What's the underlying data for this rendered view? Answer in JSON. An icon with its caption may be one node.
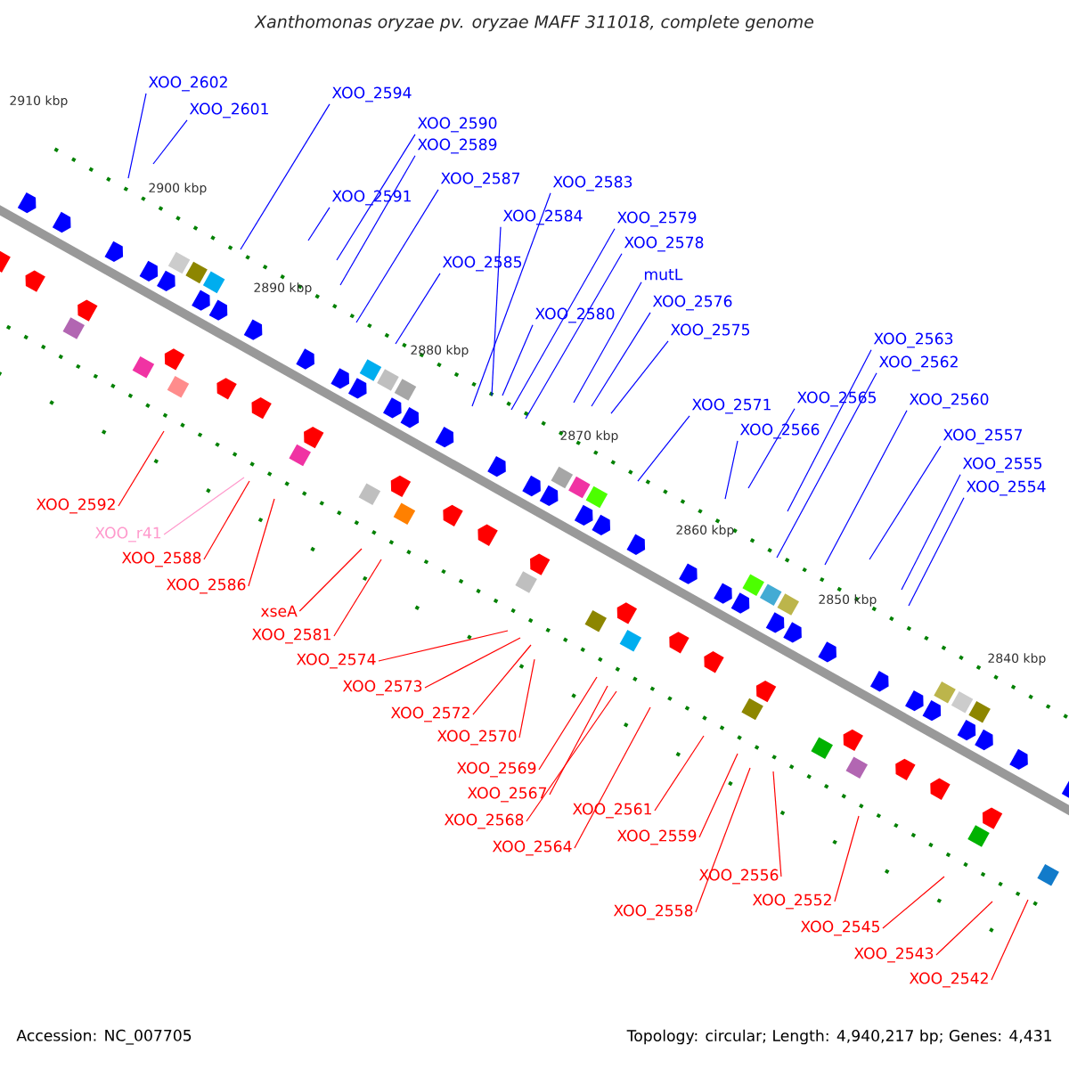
{
  "diagram": {
    "title": "Xanthomonas oryzae pv. oryzae MAFF 311018, complete genome",
    "nodes": [
      {
        "text": [
          "XOO_2602"
        ]
      },
      {
        "text": [
          "XOO_2601"
        ]
      },
      {
        "text": [
          "XOO_2594"
        ]
      },
      {
        "text": [
          "XOO_2590"
        ]
      },
      {
        "text": [
          "XOO_2589"
        ]
      },
      {
        "text": [
          "XOO_2591"
        ]
      },
      {
        "text": [
          "XOO_2587"
        ]
      },
      {
        "text": [
          "XOO_2585"
        ]
      },
      {
        "text": [
          "XOO_2584"
        ]
      },
      {
        "text": [
          "XOO_2583"
        ]
      },
      {
        "text": [
          "XOO_2579"
        ]
      },
      {
        "text": [
          "XOO_2578"
        ]
      },
      {
        "text": [
          "mutL"
        ]
      },
      {
        "text": [
          "XOO_2576"
        ]
      },
      {
        "text": [
          "XOO_2575"
        ]
      },
      {
        "text": [
          "XOO_2580"
        ]
      },
      {
        "text": [
          "XOO_2571"
        ]
      },
      {
        "text": [
          "XOO_2566"
        ]
      },
      {
        "text": [
          "XOO_2565"
        ]
      },
      {
        "text": [
          "XOO_2563"
        ]
      },
      {
        "text": [
          "XOO_2562"
        ]
      },
      {
        "text": [
          "XOO_2560"
        ]
      },
      {
        "text": [
          "XOO_2557"
        ]
      },
      {
        "text": [
          "XOO_2555"
        ]
      },
      {
        "text": [
          "XOO_2554"
        ]
      },
      {
        "text": [
          "XOO_2592"
        ]
      },
      {
        "text": [
          "XOO_r41"
        ]
      },
      {
        "text": [
          "XOO_2588"
        ]
      },
      {
        "text": [
          "XOO_2586"
        ]
      },
      {
        "text": [
          "xseA"
        ]
      },
      {
        "text": [
          "XOO_2581"
        ]
      },
      {
        "text": [
          "XOO_2574"
        ]
      },
      {
        "text": [
          "XOO_2573"
        ]
      },
      {
        "text": [
          "XOO_2572"
        ]
      },
      {
        "text": [
          "XOO_2570"
        ]
      },
      {
        "text": [
          "XOO_2569"
        ]
      },
      {
        "text": [
          "XOO_2567"
        ]
      },
      {
        "text": [
          "XOO_2568"
        ]
      },
      {
        "text": [
          "XOO_2564"
        ]
      },
      {
        "text": [
          "XOO_2561"
        ]
      },
      {
        "text": [
          "XOO_2559"
        ]
      },
      {
        "text": [
          "XOO_2556"
        ]
      },
      {
        "text": [
          "XOO_2558"
        ]
      },
      {
        "text": [
          "XOO_2552"
        ]
      },
      {
        "text": [
          "XOO_2545"
        ]
      },
      {
        "text": [
          "XOO_2543"
        ]
      },
      {
        "text": [
          "XOO_2542"
        ]
      }
    ],
    "edges": [
      {
        "from": 0,
        "to": null,
        "arrow": "none"
      },
      {
        "from": 1,
        "to": null,
        "arrow": "none"
      },
      {
        "from": 2,
        "to": null,
        "arrow": "none"
      },
      {
        "from": 3,
        "to": null,
        "arrow": "none"
      },
      {
        "from": 4,
        "to": null,
        "arrow": "none"
      },
      {
        "from": 5,
        "to": null,
        "arrow": "none"
      },
      {
        "from": 6,
        "to": null,
        "arrow": "none"
      },
      {
        "from": 7,
        "to": null,
        "arrow": "none"
      },
      {
        "from": 8,
        "to": null,
        "arrow": "none"
      },
      {
        "from": 9,
        "to": null,
        "arrow": "none"
      },
      {
        "from": 10,
        "to": null,
        "arrow": "none"
      },
      {
        "from": 11,
        "to": null,
        "arrow": "none"
      },
      {
        "from": 12,
        "to": null,
        "arrow": "none"
      },
      {
        "from": 13,
        "to": null,
        "arrow": "none"
      },
      {
        "from": 14,
        "to": null,
        "arrow": "none"
      },
      {
        "from": 15,
        "to": null,
        "arrow": "none"
      },
      {
        "from": 16,
        "to": null,
        "arrow": "none"
      },
      {
        "from": 17,
        "to": null,
        "arrow": "none"
      },
      {
        "from": 18,
        "to": null,
        "arrow": "none"
      },
      {
        "from": 19,
        "to": null,
        "arrow": "none"
      },
      {
        "from": 20,
        "to": null,
        "arrow": "none"
      },
      {
        "from": 21,
        "to": null,
        "arrow": "none"
      },
      {
        "from": 22,
        "to": null,
        "arrow": "none"
      },
      {
        "from": 23,
        "to": null,
        "arrow": "none"
      },
      {
        "from": 24,
        "to": null,
        "arrow": "none"
      },
      {
        "from": 25,
        "to": null,
        "arrow": "none",
        "color": "#ff0000"
      },
      {
        "from": 26,
        "to": null,
        "arrow": "none",
        "color": "#ff99cc"
      },
      {
        "from": 27,
        "to": null,
        "arrow": "none",
        "color": "#ff0000"
      },
      {
        "from": 28,
        "to": null,
        "arrow": "none",
        "color": "#ff0000"
      },
      {
        "from": 29,
        "to": null,
        "arrow": "none",
        "color": "#ff0000"
      },
      {
        "from": 30,
        "to": null,
        "arrow": "none",
        "color": "#ff0000"
      },
      {
        "from": 31,
        "to": null,
        "arrow": "none",
        "color": "#ff0000"
      },
      {
        "from": 32,
        "to": null,
        "arrow": "none",
        "color": "#ff0000"
      },
      {
        "from": 33,
        "to": null,
        "arrow": "none",
        "color": "#ff0000"
      },
      {
        "from": 34,
        "to": null,
        "arrow": "none",
        "color": "#ff0000"
      },
      {
        "from": 35,
        "to": null,
        "arrow": "none",
        "color": "#ff0000"
      },
      {
        "from": 36,
        "to": null,
        "arrow": "none",
        "color": "#ff0000"
      },
      {
        "from": 37,
        "to": null,
        "arrow": "none",
        "color": "#ff0000"
      },
      {
        "from": 38,
        "to": null,
        "arrow": "none",
        "color": "#ff0000"
      },
      {
        "from": 39,
        "to": null,
        "arrow": "none",
        "color": "#ff0000"
      },
      {
        "from": 40,
        "to": null,
        "arrow": "none",
        "color": "#ff0000"
      },
      {
        "from": 41,
        "to": null,
        "arrow": "none",
        "color": "#ff0000"
      },
      {
        "from": 42,
        "to": null,
        "arrow": "none",
        "color": "#ff0000"
      },
      {
        "from": 43,
        "to": null,
        "arrow": "none",
        "color": "#ff0000"
      },
      {
        "from": 44,
        "to": null,
        "arrow": "none",
        "color": "#ff0000"
      },
      {
        "from": 45,
        "to": null,
        "arrow": "none",
        "color": "#ff0000"
      },
      {
        "from": 46,
        "to": null,
        "arrow": "none",
        "color": "#ff0000"
      }
    ],
    "labels": [
      "2910 kbp",
      "2900 kbp",
      "2890 kbp",
      "2880 kbp",
      "2870 kbp",
      "2860 kbp",
      "2850 kbp",
      "2840 kbp",
      "Accession: NC_007705",
      "Topology: circular; Length: 4,940,217 bp; Genes: 4,431"
    ]
  }
}
